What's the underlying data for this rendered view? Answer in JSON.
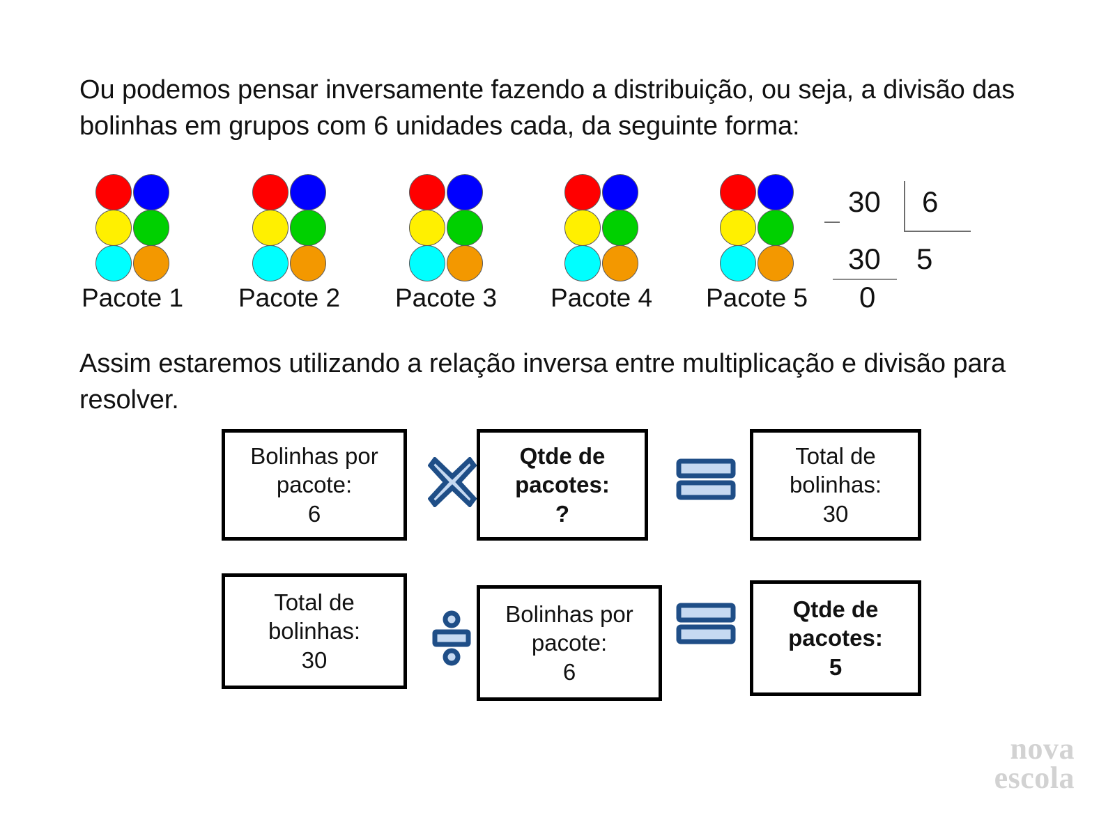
{
  "slide": {
    "intro_paragraph": "Ou podemos pensar inversamente fazendo a distribuição, ou seja, a divisão das bolinhas em grupos com 6 unidades cada, da seguinte forma:",
    "relation_paragraph": "Assim estaremos utilizando a relação inversa entre multiplicação e divisão para resolver."
  },
  "packets": {
    "ball_colors": [
      "#FF0000",
      "#0000FF",
      "#FFF000",
      "#00D000",
      "#00FFFF",
      "#F39800"
    ],
    "ball_color_names": [
      "red",
      "blue",
      "yellow",
      "green",
      "cyan",
      "orange"
    ],
    "balls_per_packet": 6,
    "items": [
      {
        "label": "Pacote 1"
      },
      {
        "label": "Pacote 2"
      },
      {
        "label": "Pacote 3"
      },
      {
        "label": "Pacote 4"
      },
      {
        "label": "Pacote 5"
      }
    ]
  },
  "long_division": {
    "dividend": "30",
    "divisor": "6",
    "subtrahend": "30",
    "quotient": "5",
    "remainder": "0",
    "minus_sign": "−"
  },
  "equations": {
    "row1": {
      "box1": {
        "line1": "Bolinhas por",
        "line2": "pacote:",
        "value": "6"
      },
      "operator": "multiply-icon",
      "box2": {
        "line1": "Qtde de",
        "line2": "pacotes:",
        "value": "?"
      },
      "equals": "equals-icon",
      "box3": {
        "line1": "Total de",
        "line2": "bolinhas:",
        "value": "30"
      }
    },
    "row2": {
      "box1": {
        "line1": "Total de",
        "line2": "bolinhas:",
        "value": "30"
      },
      "operator": "divide-icon",
      "box2": {
        "line1": "Bolinhas por",
        "line2": "pacote:",
        "value": "6"
      },
      "equals": "equals-icon",
      "box3": {
        "line1": "Qtde de",
        "line2": "pacotes:",
        "value": "5"
      }
    }
  },
  "icon_colors": {
    "operator_stroke": "#1F4E87",
    "operator_fill": "#C6D9F1"
  },
  "logo": {
    "line1": "nova",
    "line2": "escola",
    "color": "#d2d2d2"
  }
}
